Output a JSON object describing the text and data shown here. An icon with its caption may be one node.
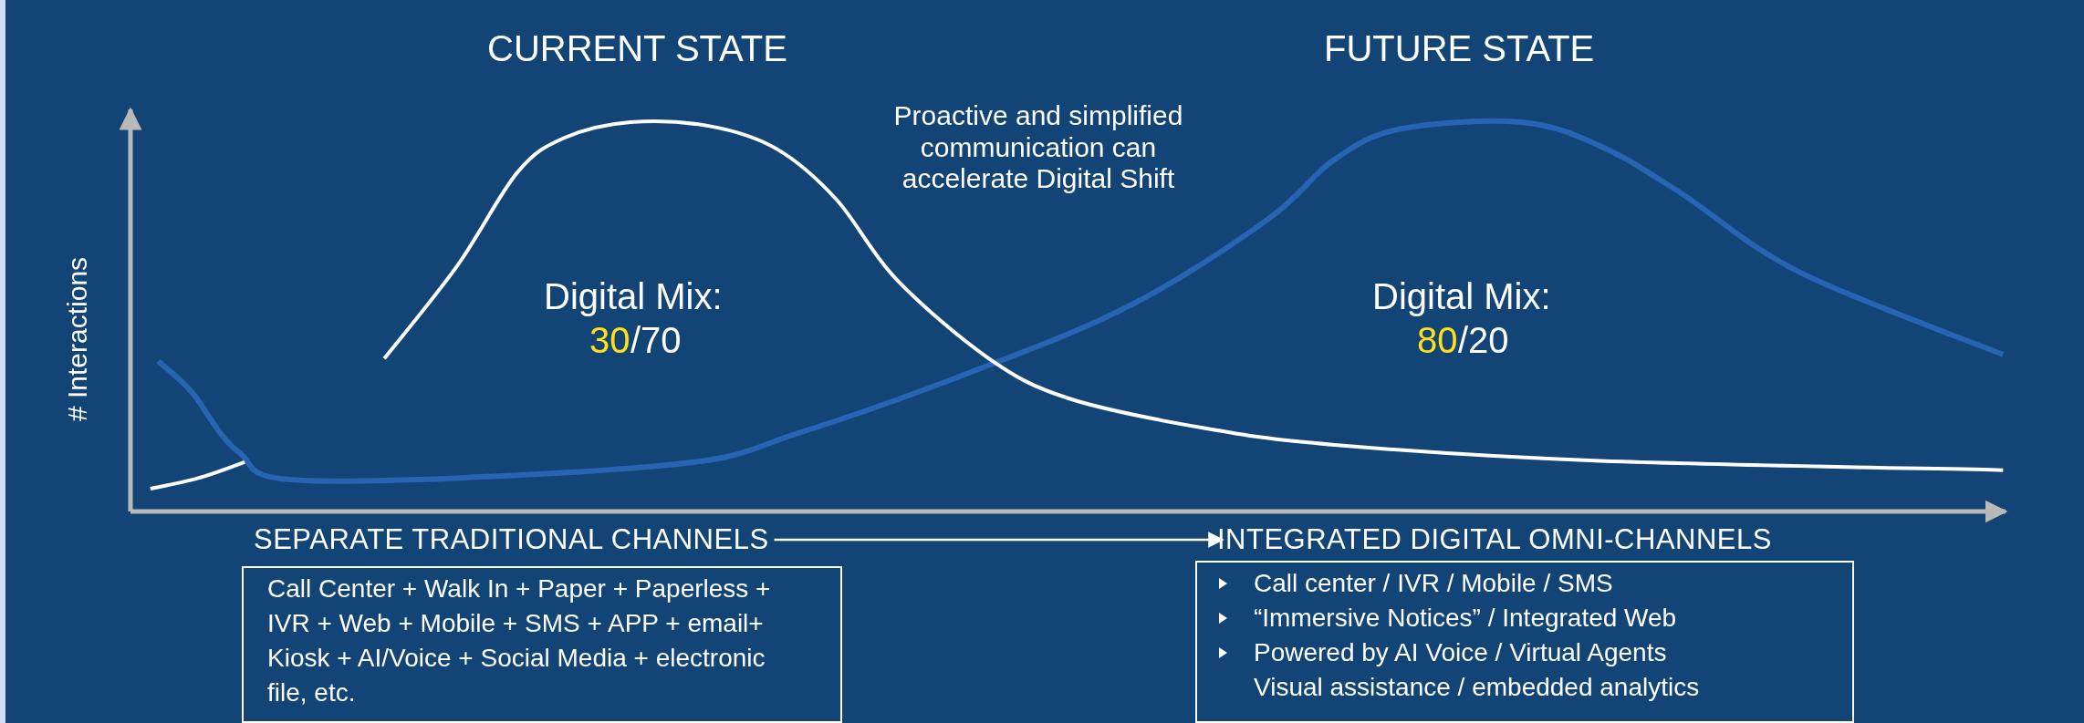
{
  "diagram": {
    "nodes": [
      {
        "text": [
          "SEPARATE TRADITIONAL CHANNELS"
        ]
      },
      {
        "text": [
          "INTEGRATED DIGITAL OMNI-CHANNELS"
        ]
      },
      {
        "text": [
          "Call Center + Walk In + Paper + Paperless + IVR + Web + Mobile + SMS + APP + email+ Kiosk + AI/Voice +  Social Media + electronic file, etc."
        ]
      },
      {
        "text": [
          "Call center / IVR / Mobile / SMS",
          "“Immersive Notices” / Integrated Web",
          "Powered by AI Voice / Virtual Agents",
          "Visual assistance / embedded analytics"
        ]
      }
    ],
    "edges": [
      {
        "from": 0,
        "to": 1,
        "arrow": "to"
      }
    ],
    "labels": [
      "CURRENT STATE",
      "FUTURE STATE",
      "# Interactions",
      "Proactive and simplified communication can accelerate Digital Shift",
      "Digital Mix:",
      "30",
      "/70",
      "Digital Mix:",
      "80",
      "/20"
    ]
  }
}
